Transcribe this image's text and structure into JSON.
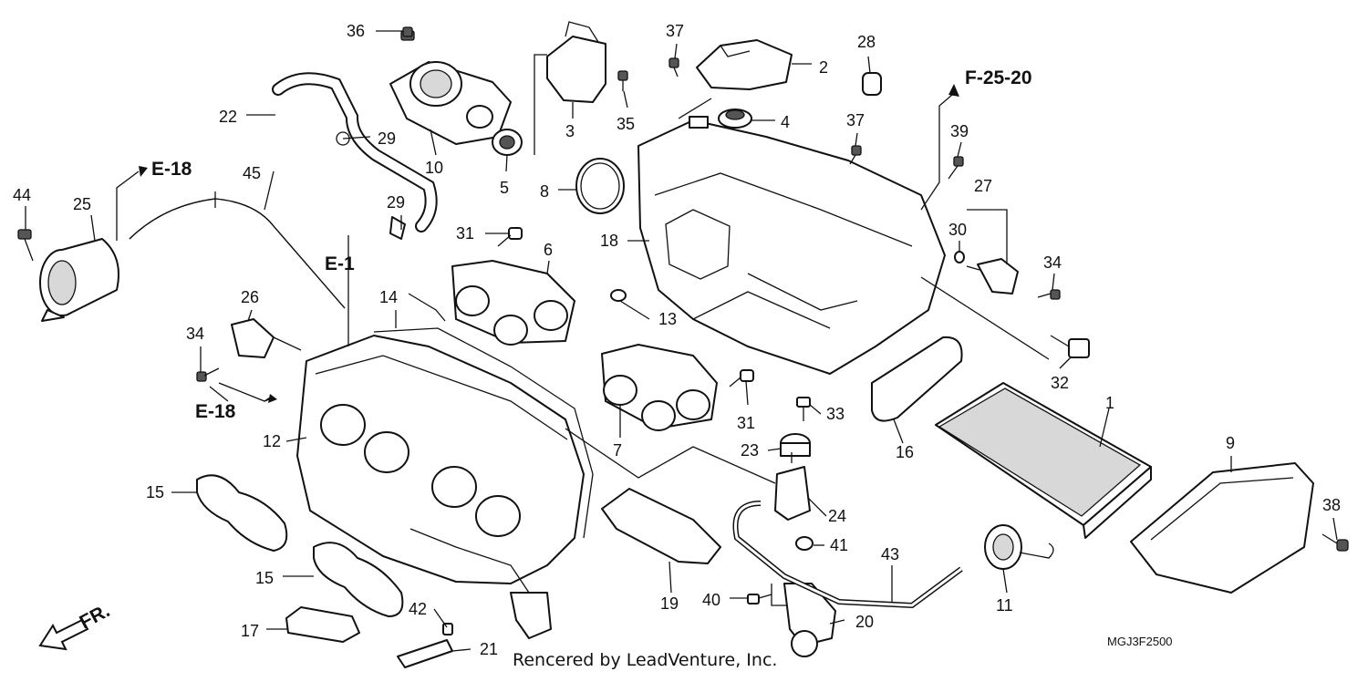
{
  "diagram": {
    "parts": [
      {
        "id": "p1",
        "label": "1"
      },
      {
        "id": "p2",
        "label": "2"
      },
      {
        "id": "p3",
        "label": "3"
      },
      {
        "id": "p4",
        "label": "4"
      },
      {
        "id": "p5",
        "label": "5"
      },
      {
        "id": "p6",
        "label": "6"
      },
      {
        "id": "p7",
        "label": "7"
      },
      {
        "id": "p8",
        "label": "8"
      },
      {
        "id": "p9",
        "label": "9"
      },
      {
        "id": "p10",
        "label": "10"
      },
      {
        "id": "p11",
        "label": "11"
      },
      {
        "id": "p12",
        "label": "12"
      },
      {
        "id": "p13",
        "label": "13"
      },
      {
        "id": "p14",
        "label": "14"
      },
      {
        "id": "p15a",
        "label": "15"
      },
      {
        "id": "p15b",
        "label": "15"
      },
      {
        "id": "p16",
        "label": "16"
      },
      {
        "id": "p17",
        "label": "17"
      },
      {
        "id": "p18",
        "label": "18"
      },
      {
        "id": "p19",
        "label": "19"
      },
      {
        "id": "p20",
        "label": "20"
      },
      {
        "id": "p21",
        "label": "21"
      },
      {
        "id": "p22",
        "label": "22"
      },
      {
        "id": "p23",
        "label": "23"
      },
      {
        "id": "p24",
        "label": "24"
      },
      {
        "id": "p25",
        "label": "25"
      },
      {
        "id": "p26",
        "label": "26"
      },
      {
        "id": "p27",
        "label": "27"
      },
      {
        "id": "p28",
        "label": "28"
      },
      {
        "id": "p29a",
        "label": "29"
      },
      {
        "id": "p29b",
        "label": "29"
      },
      {
        "id": "p30",
        "label": "30"
      },
      {
        "id": "p31a",
        "label": "31"
      },
      {
        "id": "p31b",
        "label": "31"
      },
      {
        "id": "p32",
        "label": "32"
      },
      {
        "id": "p33",
        "label": "33"
      },
      {
        "id": "p34a",
        "label": "34"
      },
      {
        "id": "p34b",
        "label": "34"
      },
      {
        "id": "p35",
        "label": "35"
      },
      {
        "id": "p36",
        "label": "36"
      },
      {
        "id": "p37a",
        "label": "37"
      },
      {
        "id": "p37b",
        "label": "37"
      },
      {
        "id": "p38",
        "label": "38"
      },
      {
        "id": "p39",
        "label": "39"
      },
      {
        "id": "p40",
        "label": "40"
      },
      {
        "id": "p41",
        "label": "41"
      },
      {
        "id": "p42",
        "label": "42"
      },
      {
        "id": "p43",
        "label": "43"
      },
      {
        "id": "p44",
        "label": "44"
      },
      {
        "id": "p45",
        "label": "45"
      }
    ],
    "references": {
      "f2520": "F-25-20",
      "e18_top": "E-18",
      "e18_bottom": "E-18",
      "e1": "E-1"
    },
    "direction_label": "FR.",
    "drawing_number": "MGJ3F2500",
    "credit": "Rencered by LeadVenture, Inc."
  }
}
